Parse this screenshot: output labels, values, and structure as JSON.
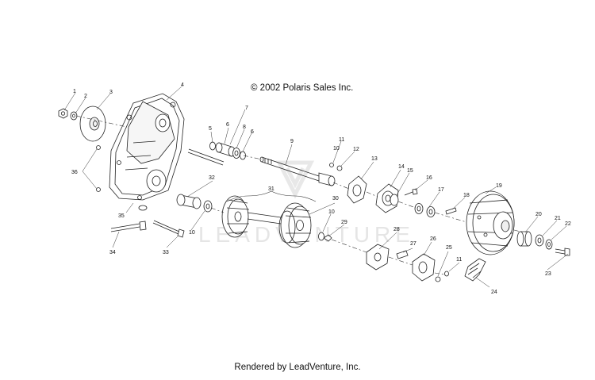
{
  "copyright": "© 2002 Polaris Sales Inc.",
  "footer": "Rendered by LeadVenture, Inc.",
  "watermark": "LEADVENTURE",
  "callouts": [
    {
      "id": "c1",
      "text": "1"
    },
    {
      "id": "c2",
      "text": "2"
    },
    {
      "id": "c3",
      "text": "3"
    },
    {
      "id": "c4",
      "text": "4"
    },
    {
      "id": "c5",
      "text": "5"
    },
    {
      "id": "c6a",
      "text": "6"
    },
    {
      "id": "c6b",
      "text": "6"
    },
    {
      "id": "c7",
      "text": "7"
    },
    {
      "id": "c8",
      "text": "8"
    },
    {
      "id": "c9",
      "text": "9"
    },
    {
      "id": "c10a",
      "text": "10"
    },
    {
      "id": "c10b",
      "text": "10"
    },
    {
      "id": "c10c",
      "text": "10"
    },
    {
      "id": "c11a",
      "text": "11"
    },
    {
      "id": "c11b",
      "text": "11"
    },
    {
      "id": "c12",
      "text": "12"
    },
    {
      "id": "c13",
      "text": "13"
    },
    {
      "id": "c14",
      "text": "14"
    },
    {
      "id": "c15",
      "text": "15"
    },
    {
      "id": "c16",
      "text": "16"
    },
    {
      "id": "c17",
      "text": "17"
    },
    {
      "id": "c18",
      "text": "18"
    },
    {
      "id": "c19",
      "text": "19"
    },
    {
      "id": "c20",
      "text": "20"
    },
    {
      "id": "c21",
      "text": "21"
    },
    {
      "id": "c22",
      "text": "22"
    },
    {
      "id": "c23",
      "text": "23"
    },
    {
      "id": "c24",
      "text": "24"
    },
    {
      "id": "c25",
      "text": "25"
    },
    {
      "id": "c26",
      "text": "26"
    },
    {
      "id": "c27",
      "text": "27"
    },
    {
      "id": "c28",
      "text": "28"
    },
    {
      "id": "c29",
      "text": "29"
    },
    {
      "id": "c30",
      "text": "30"
    },
    {
      "id": "c31",
      "text": "31"
    },
    {
      "id": "c32",
      "text": "32"
    },
    {
      "id": "c33",
      "text": "33"
    },
    {
      "id": "c34",
      "text": "34"
    },
    {
      "id": "c35",
      "text": "35"
    },
    {
      "id": "c36",
      "text": "36"
    }
  ]
}
